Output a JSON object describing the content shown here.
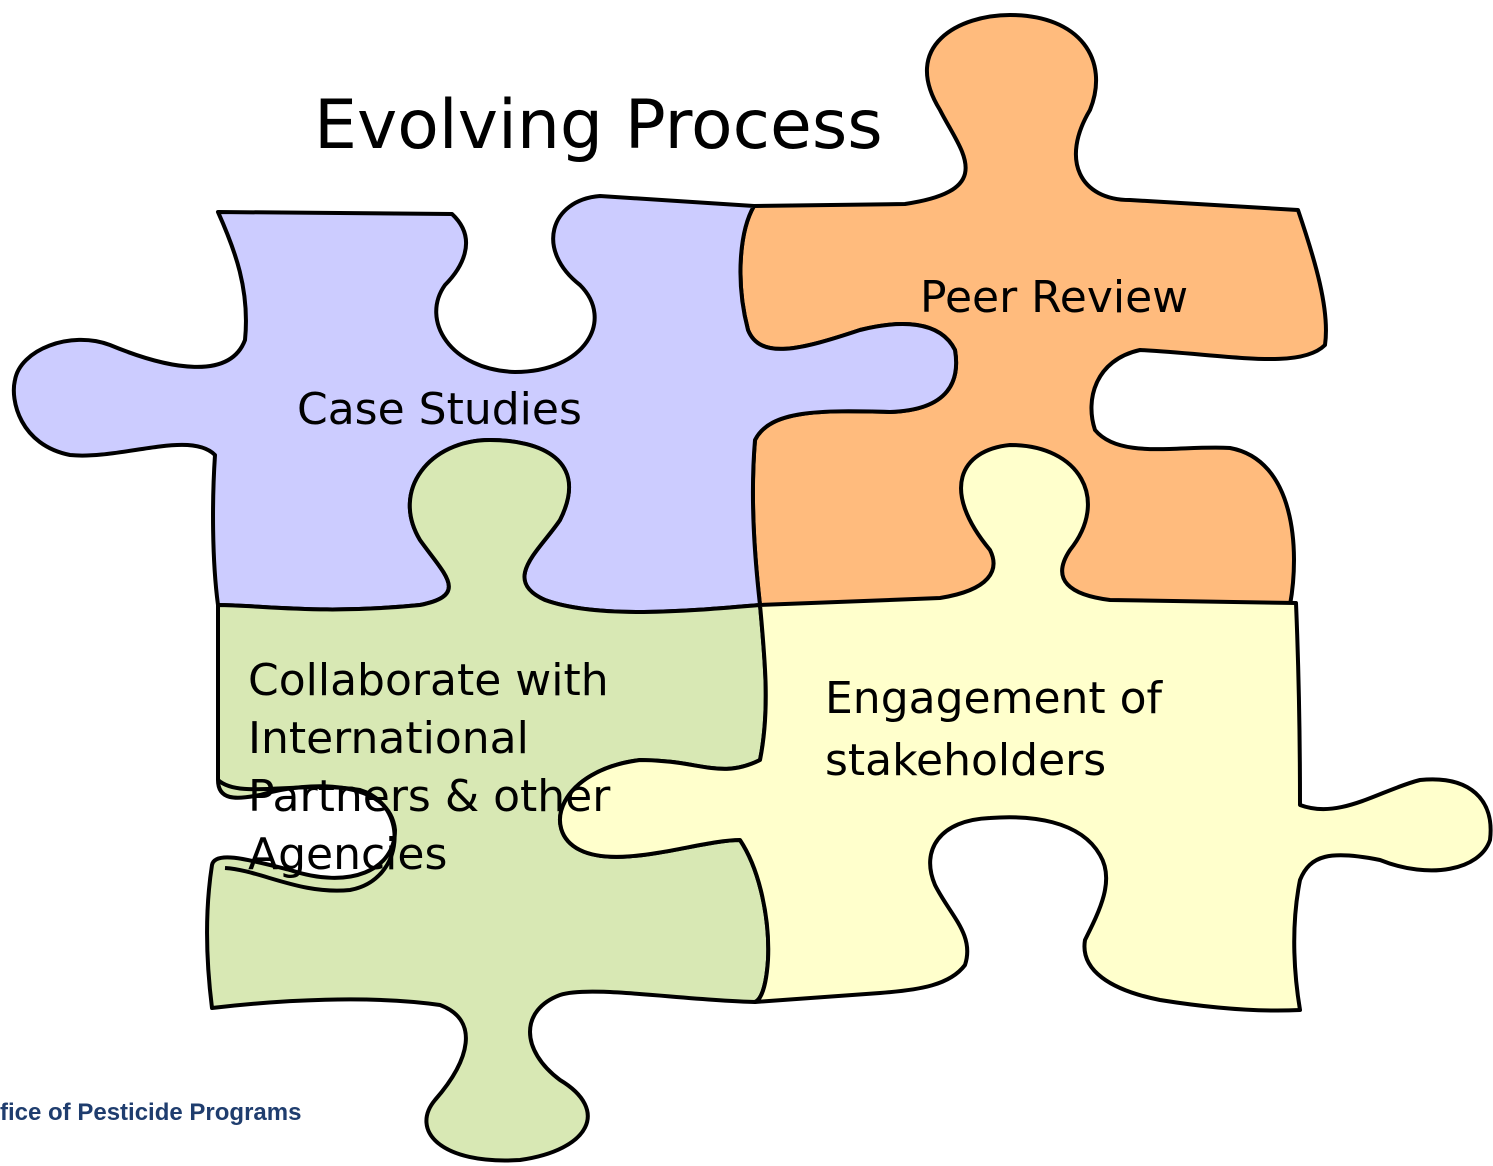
{
  "slide": {
    "title": "Evolving Process",
    "footer": "fice of Pesticide Programs"
  },
  "pieces": {
    "case_studies": {
      "label": "Case Studies",
      "color": "#ccccff"
    },
    "peer_review": {
      "label": "Peer Review",
      "color": "#ffbb7d"
    },
    "collaborate": {
      "lines": [
        "Collaborate with",
        "International",
        "Partners & other",
        "Agencies"
      ],
      "color": "#d8e8b4"
    },
    "engagement": {
      "lines": [
        "Engagement of",
        "stakeholders"
      ],
      "color": "#ffffcc"
    }
  }
}
